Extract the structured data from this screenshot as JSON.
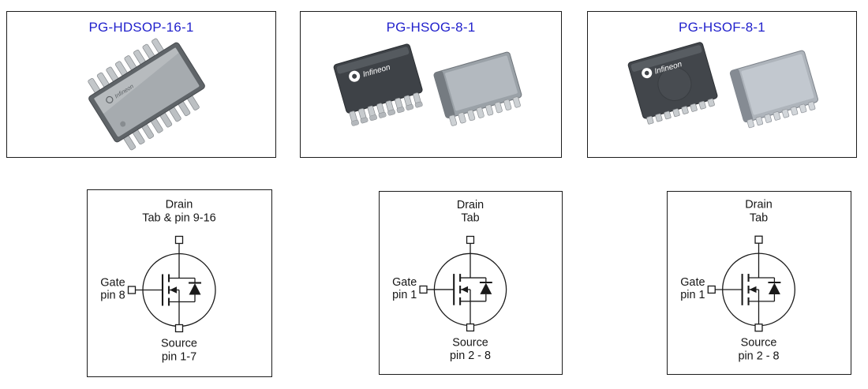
{
  "figure": {
    "title_color": "#2222cc",
    "border_color": "#1c1c1c",
    "background": "#ffffff"
  },
  "brand": "Infineon",
  "packages": [
    {
      "title": "PG-HDSOP-16-1"
    },
    {
      "title": "PG-HSOG-8-1"
    },
    {
      "title": "PG-HSOF-8-1"
    }
  ],
  "pinouts": [
    {
      "drain_line1": "Drain",
      "drain_line2": "Tab & pin 9-16",
      "gate_line1": "Gate",
      "gate_line2": "pin 8",
      "source_line1": "Source",
      "source_line2": "pin 1-7"
    },
    {
      "drain_line1": "Drain",
      "drain_line2": "Tab",
      "gate_line1": "Gate",
      "gate_line2": "pin 1",
      "source_line1": "Source",
      "source_line2": "pin 2 - 8"
    },
    {
      "drain_line1": "Drain",
      "drain_line2": "Tab",
      "gate_line1": "Gate",
      "gate_line2": "pin 1",
      "source_line1": "Source",
      "source_line2": "pin 2 - 8"
    }
  ]
}
